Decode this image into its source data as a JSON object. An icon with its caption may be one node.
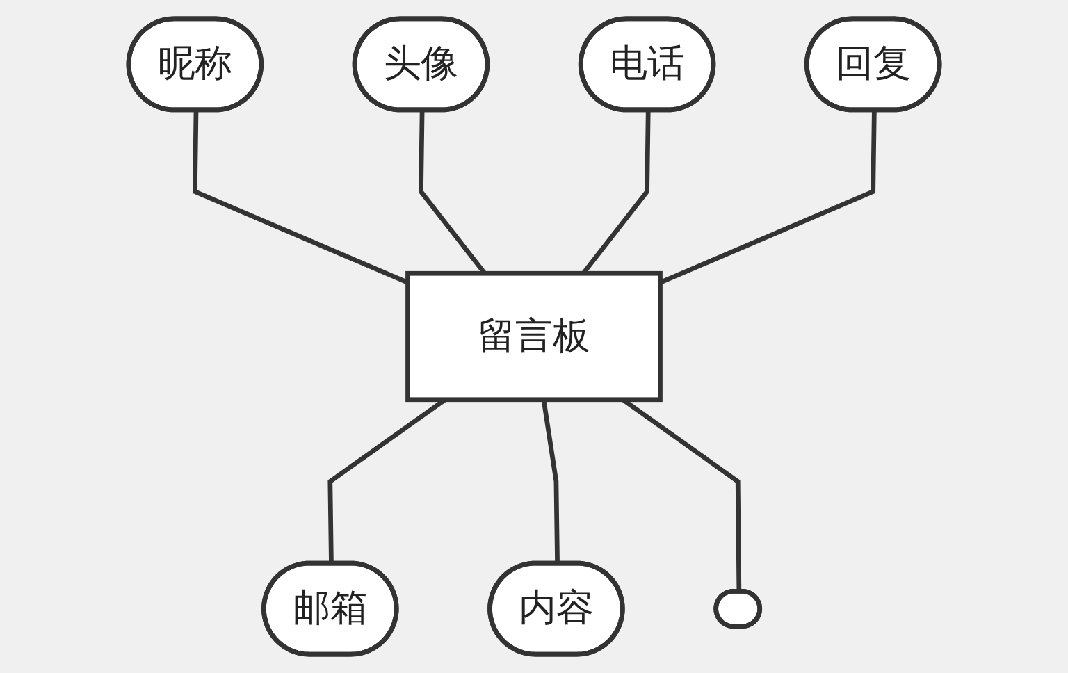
{
  "diagram": {
    "nodes": [
      {
        "text": [
          "头像"
        ]
      },
      {
        "text": [
          "昵称"
        ]
      },
      {
        "text": [
          "电话"
        ]
      },
      {
        "text": [
          "回复"
        ]
      },
      {
        "text": [
          "留言板"
        ]
      },
      {
        "text": [
          "邮箱"
        ]
      },
      {
        "text": [
          "内容"
        ]
      },
      {
        "text": [],
        "shape": "ellipse"
      }
    ],
    "edges": [
      {
        "from": 1,
        "to": 4,
        "arrow": "none"
      },
      {
        "from": 0,
        "to": 4,
        "arrow": "none"
      },
      {
        "from": 2,
        "to": 4,
        "arrow": "none"
      },
      {
        "from": 3,
        "to": 4,
        "arrow": "none"
      },
      {
        "from": 4,
        "to": 5,
        "arrow": "none"
      },
      {
        "from": 4,
        "to": 6,
        "arrow": "none"
      },
      {
        "from": 4,
        "to": 7,
        "arrow": "none"
      }
    ]
  }
}
